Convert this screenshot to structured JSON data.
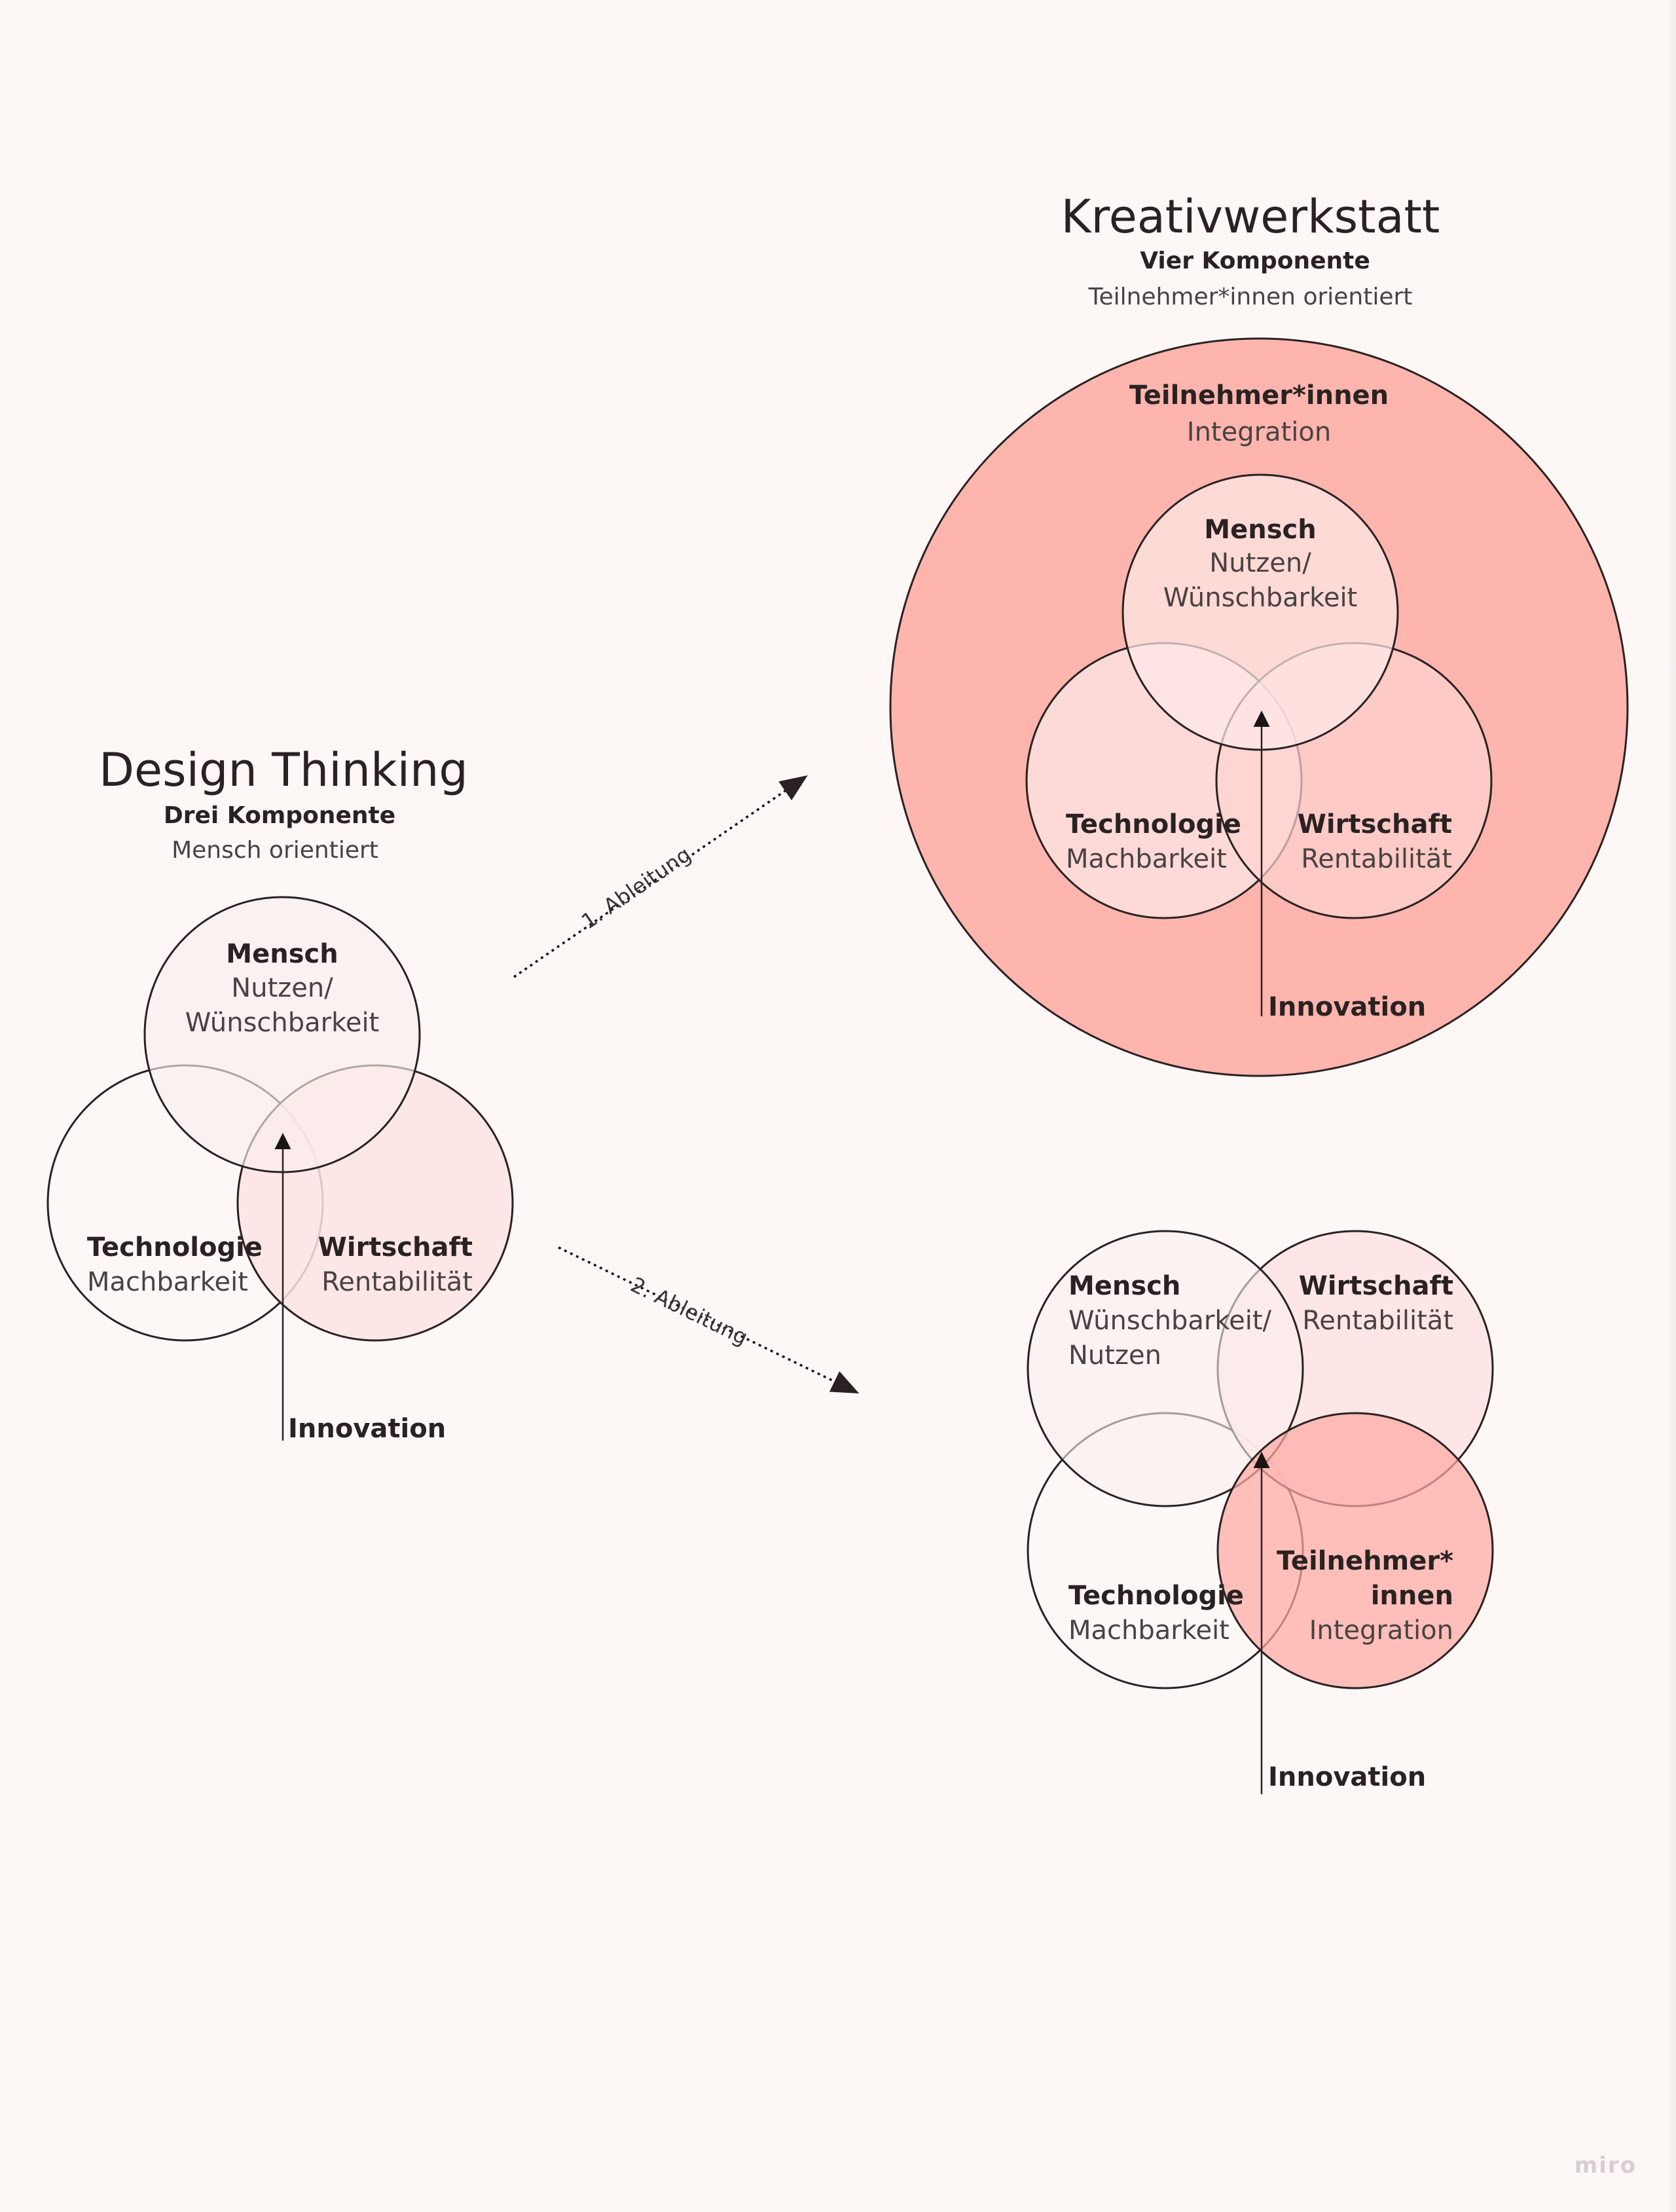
{
  "design_thinking": {
    "title": "Design Thinking",
    "subtitle_bold": "Drei Komponente",
    "subtitle": "Mensch orientiert",
    "mensch": {
      "name": "Mensch",
      "line1": "Nutzen/",
      "line2": "Wünschbarkeit"
    },
    "technologie": {
      "name": "Technologie",
      "line1": "Machbarkeit"
    },
    "wirtschaft": {
      "name": "Wirtschaft",
      "line1": "Rentabilität"
    },
    "innovation": "Innovation"
  },
  "arrows": {
    "first": "1. Ableitung",
    "second": "2. Ableitung"
  },
  "kreativwerkstatt": {
    "title": "Kreativwerkstatt",
    "subtitle_bold": "Vier Komponente",
    "subtitle": "Teilnehmer*innen orientiert",
    "outer": {
      "name": "Teilnehmer*innen",
      "line1": "Integration"
    },
    "mensch": {
      "name": "Mensch",
      "line1": "Nutzen/",
      "line2": "Wünschbarkeit"
    },
    "technologie": {
      "name": "Technologie",
      "line1": "Machbarkeit"
    },
    "wirtschaft": {
      "name": "Wirtschaft",
      "line1": "Rentabilität"
    },
    "innovation": "Innovation"
  },
  "four_circles": {
    "mensch": {
      "name": "Mensch",
      "line1": "Wünschbarkeit/",
      "line2": "Nutzen"
    },
    "wirtschaft": {
      "name": "Wirtschaft",
      "line1": "Rentabilität"
    },
    "technologie": {
      "name": "Technologie",
      "line1": "Machbarkeit"
    },
    "teilnehmer": {
      "name1": "Teilnehmer*",
      "name2": "innen",
      "line1": "Integration"
    },
    "innovation": "Innovation"
  },
  "watermark": "miro",
  "colors": {
    "background": "#fdf7f6",
    "light_pink": "#fbeeee",
    "pink": "#fde3e3",
    "salmon": "#fdb5ae",
    "salmon_strong": "#fda9a2",
    "stroke": "#2a2222"
  }
}
